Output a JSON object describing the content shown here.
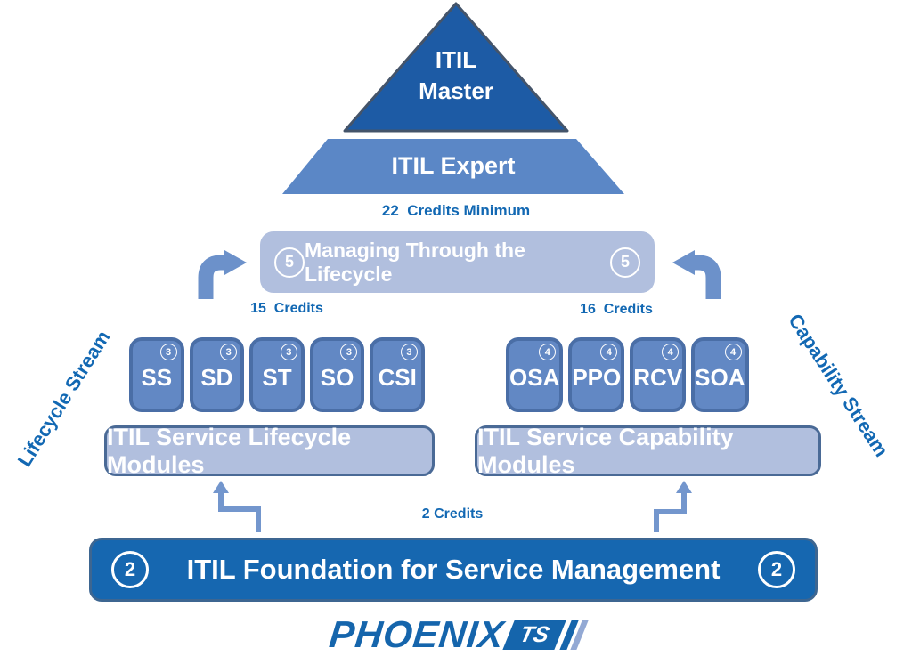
{
  "pyramid": {
    "master_line1": "ITIL",
    "master_line2": "Master",
    "expert_label": "ITIL Expert"
  },
  "credits": {
    "expert_minimum": "22  Credits Minimum",
    "lifecycle_total": "15  Credits",
    "capability_total": "16  Credits",
    "foundation": "2 Credits"
  },
  "managing_module": {
    "label": "Managing Through the Lifecycle",
    "left_badge": "5",
    "right_badge": "5"
  },
  "lifecycle": {
    "stream_label": "Lifecycle Stream",
    "bar_label": "ITIL Service Lifecycle Modules",
    "modules": [
      {
        "label": "SS",
        "credits": "3"
      },
      {
        "label": "SD",
        "credits": "3"
      },
      {
        "label": "ST",
        "credits": "3"
      },
      {
        "label": "SO",
        "credits": "3"
      },
      {
        "label": "CSI",
        "credits": "3"
      }
    ]
  },
  "capability": {
    "stream_label": "Capability Stream",
    "bar_label": "ITIL Service Capability Modules",
    "modules": [
      {
        "label": "OSA",
        "credits": "4"
      },
      {
        "label": "PPO",
        "credits": "4"
      },
      {
        "label": "RCV",
        "credits": "4"
      },
      {
        "label": "SOA",
        "credits": "4"
      }
    ]
  },
  "foundation": {
    "label": "ITIL Foundation for Service Management",
    "left_badge": "2",
    "right_badge": "2"
  },
  "logo": {
    "brand": "PHOENIX",
    "suffix": "TS"
  },
  "colors": {
    "pyramid_dark_blue": "#1d5ba5",
    "pyramid_medium_blue": "#5b87c6",
    "light_module_blue": "#b1bfde",
    "small_box_blue": "#6288c4",
    "accent_text_blue": "#1268b3",
    "foundation_blue": "#1667b0",
    "arrow_blue": "#6c91ca",
    "logo_blue": "#1565ac"
  }
}
